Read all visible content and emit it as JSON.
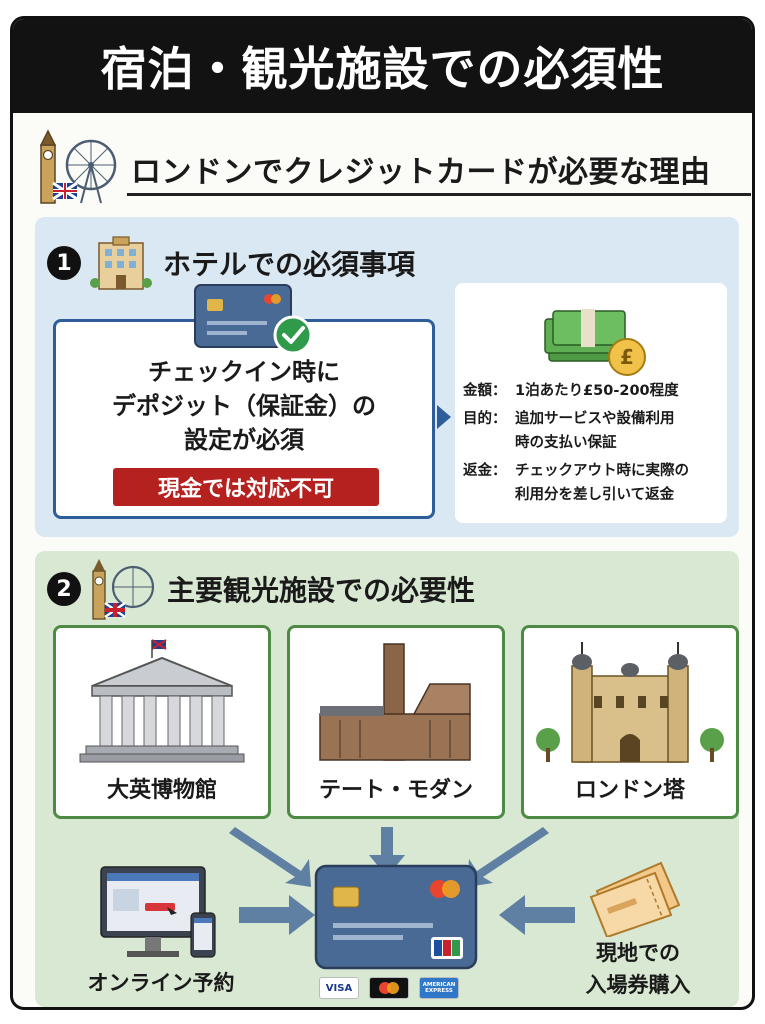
{
  "header": {
    "title": "宿泊・観光施設での必須性"
  },
  "subtitle": "ロンドンでクレジットカードが必要な理由",
  "section1": {
    "number": "1",
    "title": "ホテルでの必須事項",
    "deposit_lines": [
      "チェックイン時に",
      "デポジット（保証金）の",
      "設定が必須"
    ],
    "no_cash": "現金では対応不可",
    "info": [
      {
        "key": "金額：",
        "lines": [
          "1泊あたり£50-200程度"
        ]
      },
      {
        "key": "目的：",
        "lines": [
          "追加サービスや設備利用",
          "時の支払い保証"
        ]
      },
      {
        "key": "返金：",
        "lines": [
          "チェックアウト時に実際の",
          "利用分を差し引いて返金"
        ]
      }
    ]
  },
  "section2": {
    "number": "2",
    "title": "主要観光施設での必要性",
    "attractions": [
      "大英博物館",
      "テート・モダン",
      "ロンドン塔"
    ],
    "online_label": "オンライン予約",
    "onsite_label": [
      "現地での",
      "入場券購入"
    ],
    "payment_logos": [
      "VISA",
      "Mastercard",
      "AMERICAN EXPRESS"
    ]
  },
  "colors": {
    "header_bg": "#121212",
    "section1_bg": "#d9e8f2",
    "section2_bg": "#d8e8d2",
    "accent_blue": "#2e5d9c",
    "accent_green": "#4d8a43",
    "alert_red": "#b5211f",
    "arrow_blue": "#5f7fa3"
  },
  "icons": [
    "big-ben-icon",
    "london-eye-icon",
    "uk-flag-icon",
    "hotel-icon",
    "credit-card-icon",
    "check-icon",
    "cash-icon",
    "pound-coin-icon",
    "british-museum-icon",
    "tate-modern-icon",
    "tower-of-london-icon",
    "computer-icon",
    "smartphone-icon",
    "ticket-icon",
    "arrow-icon"
  ]
}
